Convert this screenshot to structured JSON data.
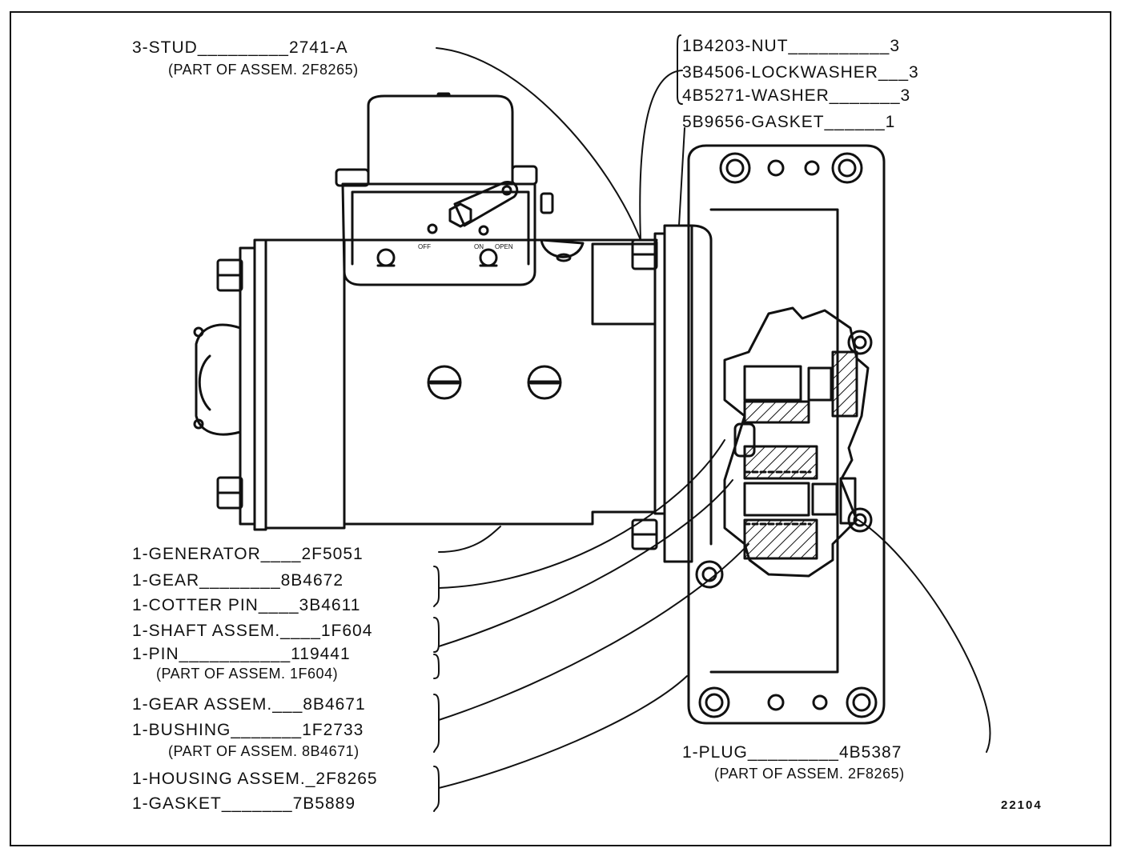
{
  "figure_number": "22104",
  "callouts": {
    "stud": "3-STUD_________2741-A",
    "stud_note": "(PART OF ASSEM. 2F8265)",
    "nut": "1B4203-NUT__________3",
    "lockwasher": "3B4506-LOCKWASHER___3",
    "washer": "4B5271-WASHER_______3",
    "gasket_top": "5B9656-GASKET______1",
    "generator": "1-GENERATOR____2F5051",
    "gear": "1-GEAR________8B4672",
    "cotter_pin": "1-COTTER PIN____3B4611",
    "shaft_assem": "1-SHAFT ASSEM.____1F604",
    "pin": "1-PIN___________119441",
    "pin_note": "(PART OF ASSEM. 1F604)",
    "gear_assem": "1-GEAR ASSEM.___8B4671",
    "bushing": "1-BUSHING_______1F2733",
    "bushing_note": "(PART OF ASSEM. 8B4671)",
    "housing_assem": "1-HOUSING ASSEM._2F8265",
    "gasket_bottom": "1-GASKET_______7B5889",
    "plug": "1-PLUG_________4B5387",
    "plug_note": "(PART OF ASSEM. 2F8265)"
  },
  "switch_labels": {
    "off": "OFF",
    "on": "ON",
    "open": "OPEN"
  }
}
